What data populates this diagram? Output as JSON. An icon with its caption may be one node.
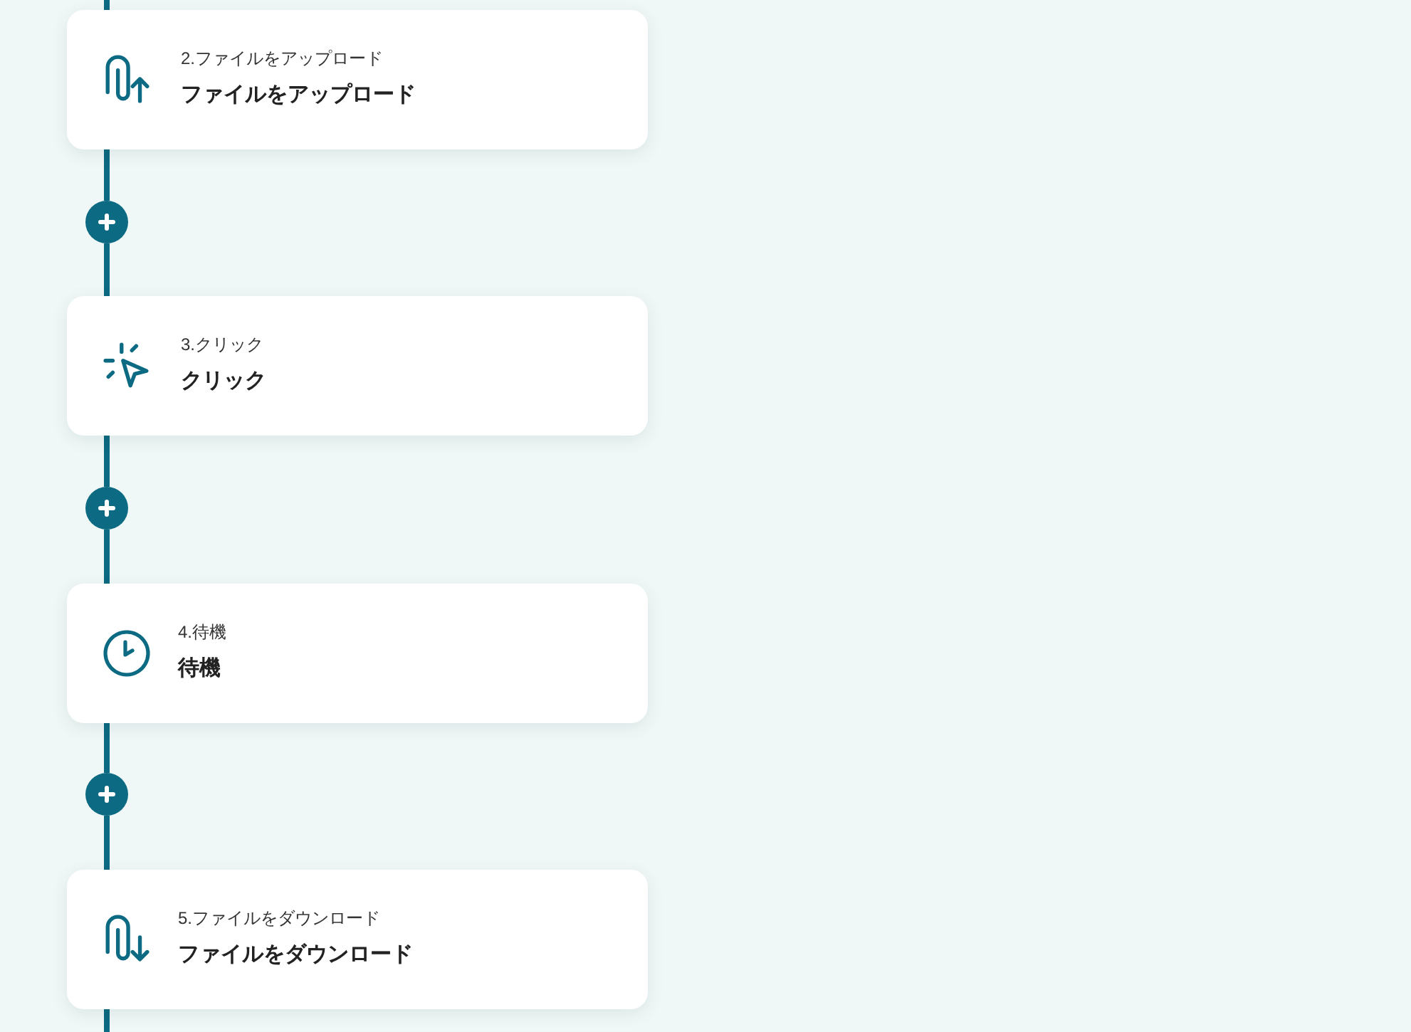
{
  "diagram": {
    "nodes": [
      {
        "text": [
          "2.ファイルをアップロード",
          "ファイルをアップロード"
        ]
      },
      {
        "text": [],
        "shape": "circle"
      },
      {
        "text": [
          "3.クリック",
          "クリック"
        ]
      },
      {
        "text": [],
        "shape": "circle"
      },
      {
        "text": [
          "4.待機",
          "待機"
        ]
      },
      {
        "text": [],
        "shape": "circle"
      },
      {
        "text": [
          "5.ファイルをダウンロード",
          "ファイルをダウンロード"
        ]
      }
    ],
    "edges": [
      {
        "from": null,
        "to": 0,
        "arrow": "none"
      },
      {
        "from": 0,
        "to": 1,
        "arrow": "none"
      },
      {
        "from": 1,
        "to": 2,
        "arrow": "none"
      },
      {
        "from": 2,
        "to": 3,
        "arrow": "none"
      },
      {
        "from": 3,
        "to": 4,
        "arrow": "none"
      },
      {
        "from": 4,
        "to": 5,
        "arrow": "none"
      },
      {
        "from": 5,
        "to": 6,
        "arrow": "none"
      },
      {
        "from": 6,
        "to": null,
        "arrow": "none"
      }
    ]
  }
}
